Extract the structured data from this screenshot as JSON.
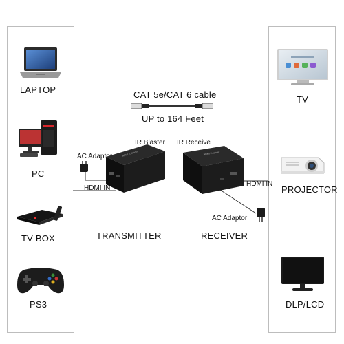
{
  "left_devices": [
    {
      "label": "LAPTOP",
      "icon": "laptop-icon"
    },
    {
      "label": "PC",
      "icon": "desktop-pc-icon"
    },
    {
      "label": "TV BOX",
      "icon": "tv-box-icon"
    },
    {
      "label": "PS3",
      "icon": "gamepad-icon"
    }
  ],
  "right_devices": [
    {
      "label": "TV",
      "icon": "tv-icon"
    },
    {
      "label": "PROJECTOR",
      "icon": "projector-icon"
    },
    {
      "label": "DLP/LCD",
      "icon": "monitor-icon"
    }
  ],
  "cable": {
    "type_label": "CAT 5e/CAT 6 cable",
    "distance_label": "UP to 164 Feet"
  },
  "transmitter": {
    "label": "TRANSMITTER",
    "ac_label": "AC Adaptor",
    "ir_label": "IR Blaster",
    "hdmi_label": "HDMI IN"
  },
  "receiver": {
    "label": "RECEIVER",
    "ac_label": "AC Adaptor",
    "ir_label": "IR Receive",
    "hdmi_label": "HDMI IN"
  },
  "colors": {
    "panel_border": "#bdbdbd",
    "device_body": "#1a1a1a",
    "line": "#333333"
  }
}
